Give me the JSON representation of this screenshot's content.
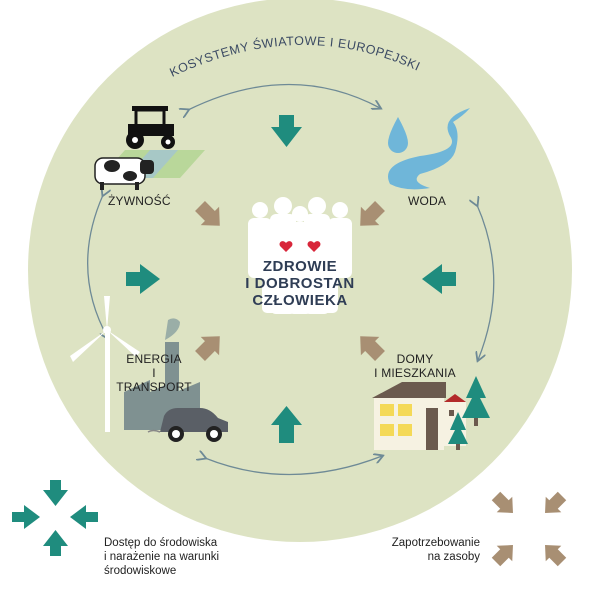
{
  "diagram": {
    "arc_title": "EKOSYSTEMY ŚWIATOWE I EUROPEJSKIE",
    "center": {
      "lines": [
        "ZDROWIE",
        "I DOBROSTAN",
        "CZŁOWIEKA"
      ]
    },
    "nodes": {
      "food": "ŻYWNOŚĆ",
      "water": "WODA",
      "energy_line1": "ENERGIA",
      "energy_line2": "I TRANSPORT",
      "homes_line1": "DOMY",
      "homes_line2": "I MIESZKANIA"
    }
  },
  "legend": {
    "access_line1": "Dostęp do środowiska",
    "access_line2": "i narażenie na warunki",
    "access_line3": "środowiskowe",
    "demand_line1": "Zapotrzebowanie",
    "demand_line2": "na zasoby"
  },
  "colors": {
    "circle_fill": "#dde3c3",
    "teal_arrow": "#1f8c7e",
    "tan_arrow": "#a88f73",
    "connector": "#6e8a96",
    "heart": "#d8263a",
    "water": "#6fb6d9",
    "dark": "#2f3d55"
  }
}
